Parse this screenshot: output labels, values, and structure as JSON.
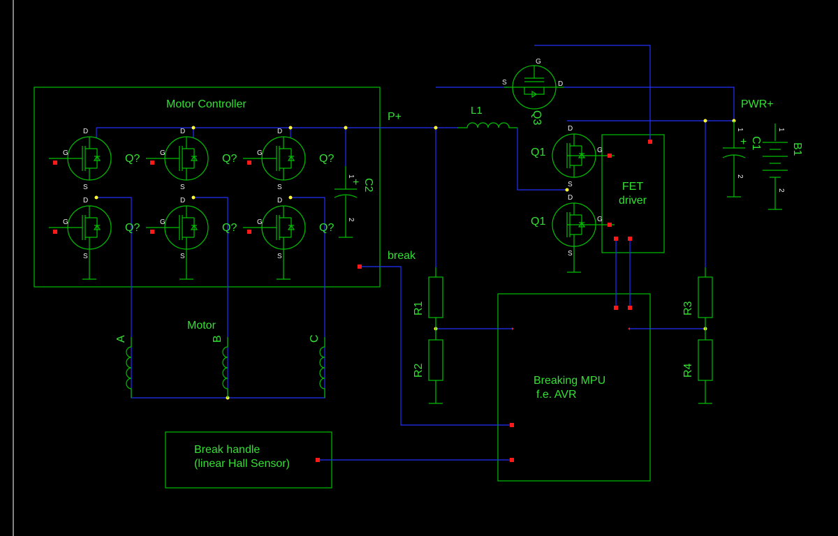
{
  "blocks": {
    "motor_controller": "Motor Controller",
    "fet_driver": [
      "FET",
      "driver"
    ],
    "breaking_mpu": [
      "Breaking MPU",
      "f.e. AVR"
    ],
    "break_handle": [
      "Break handle",
      "(linear Hall Sensor)"
    ]
  },
  "nets": {
    "p_plus": "P+",
    "pwr_plus": "PWR+",
    "break": "break"
  },
  "components": {
    "bridge_fet": "Q?",
    "q1": "Q1",
    "q3": "Q3",
    "c1": "C1",
    "c2": "C2",
    "b1": "B1",
    "l1": "L1",
    "r1": "R1",
    "r2": "R2",
    "r3": "R3",
    "r4": "R4",
    "motor": "Motor",
    "phases": [
      "A",
      "B",
      "C"
    ]
  },
  "pins": {
    "gate": "G",
    "drain": "D",
    "source": "S",
    "pin1": "1",
    "pin2": "2",
    "plus": "+"
  },
  "colors": {
    "background": "#000000",
    "wire": "#2330ff",
    "component": "#00c000",
    "label": "#33e033",
    "junction": "#ffff33",
    "terminal": "#ff1a1a"
  }
}
